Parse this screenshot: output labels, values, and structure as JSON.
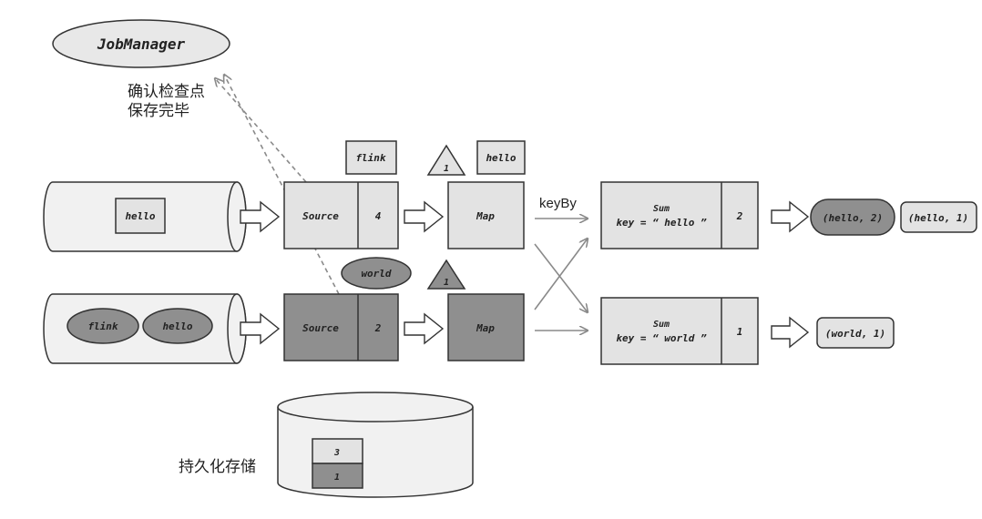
{
  "job_manager": {
    "label": "JobManager"
  },
  "checkpoint_ack": {
    "line1": "确认检查点",
    "line2": "保存完毕"
  },
  "source_1": {
    "label": "Source",
    "offset": "4",
    "queue_item": "hello",
    "buffered_record": "flink"
  },
  "source_2": {
    "label": "Source",
    "offset": "2",
    "queue_items": [
      "flink",
      "hello"
    ],
    "buffered_record": "world"
  },
  "map_1": {
    "label": "Map",
    "barrier": "1",
    "buffered_record": "hello"
  },
  "map_2": {
    "label": "Map",
    "barrier": "1"
  },
  "key_by": {
    "label": "keyBy"
  },
  "sum_1": {
    "title": "Sum",
    "key": "key = “ hello ”",
    "count": "2",
    "outputs": [
      "(hello, 2)",
      "(hello, 1)"
    ]
  },
  "sum_2": {
    "title": "Sum",
    "key": "key = “ world ”",
    "count": "1",
    "outputs": [
      "(world, 1)"
    ]
  },
  "storage": {
    "label": "持久化存储",
    "checkpoints": [
      "3",
      "1"
    ]
  },
  "colors": {
    "light_fill": "#e3e3e3",
    "dark_fill": "#8f8f8f",
    "stroke": "#333333",
    "arrow_gray": "#8a8a8a"
  }
}
